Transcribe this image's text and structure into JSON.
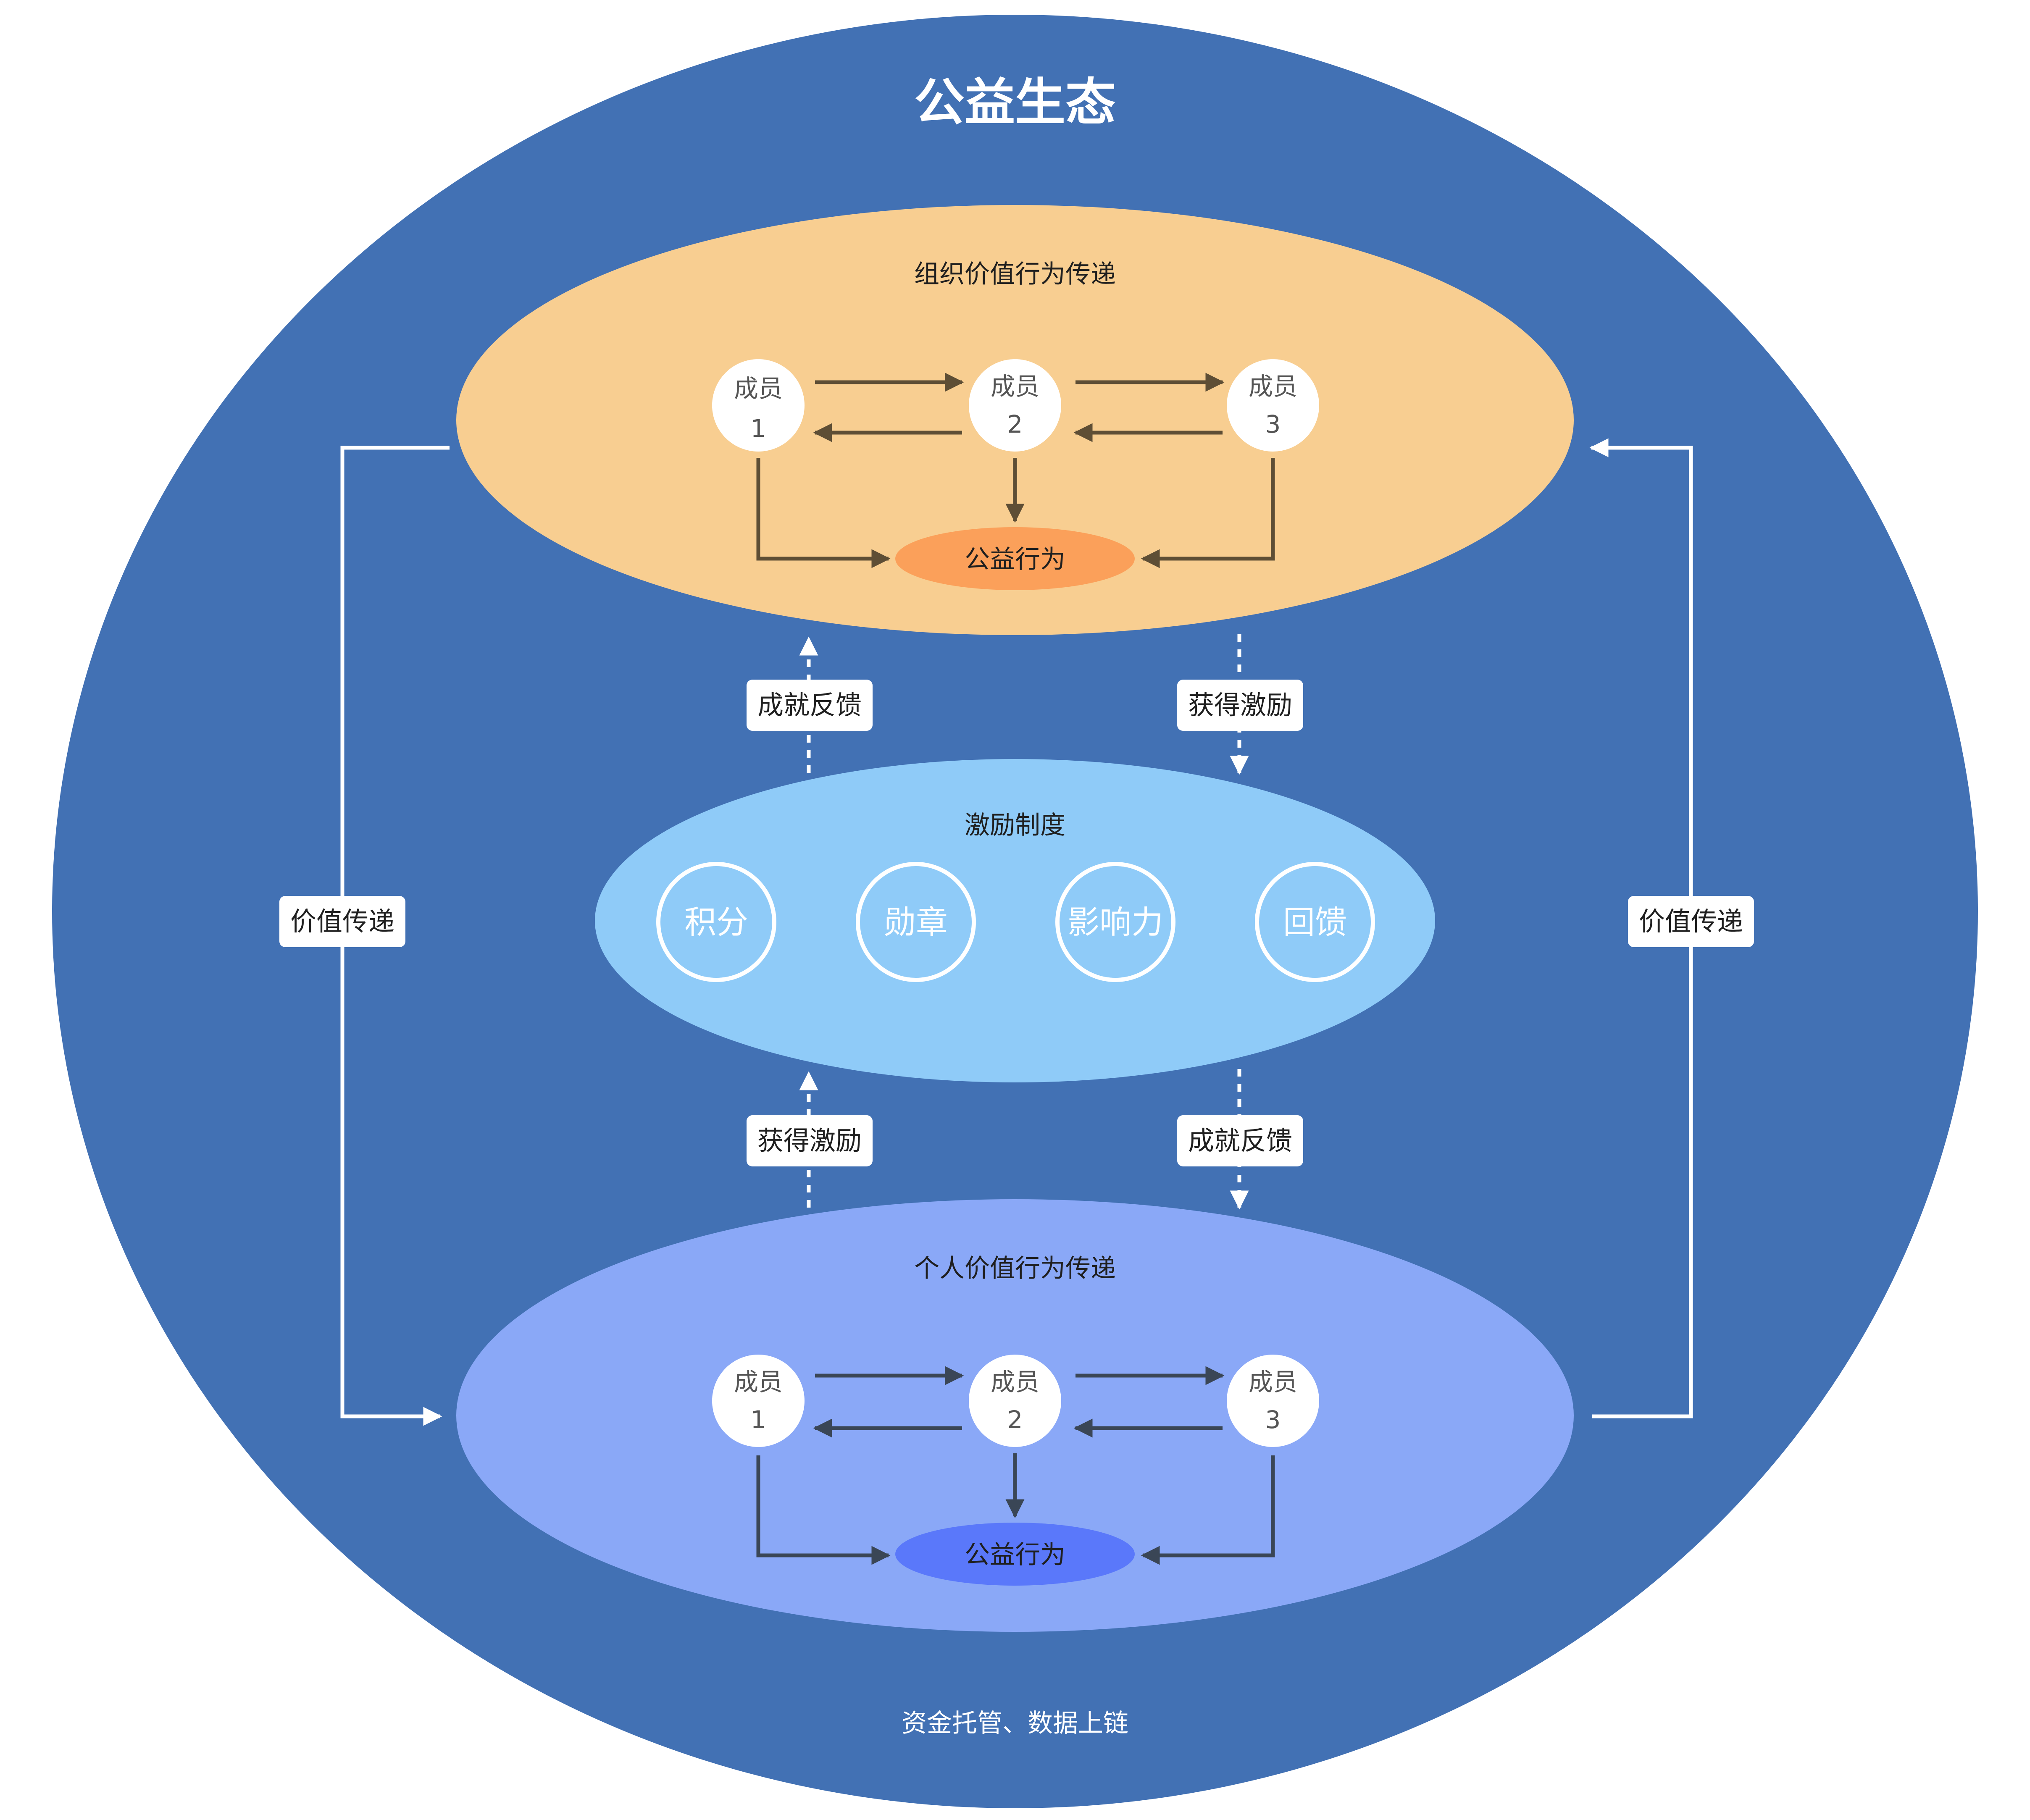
{
  "title": "公益生态",
  "footer": "资金托管、数据上链",
  "org_group": {
    "label": "组织价值行为传递",
    "action": "公益行为",
    "members": [
      {
        "line1": "成员",
        "line2": "1"
      },
      {
        "line1": "成员",
        "line2": "2"
      },
      {
        "line1": "成员",
        "line2": "3"
      }
    ]
  },
  "personal_group": {
    "label": "个人价值行为传递",
    "action": "公益行为",
    "members": [
      {
        "line1": "成员",
        "line2": "1"
      },
      {
        "line1": "成员",
        "line2": "2"
      },
      {
        "line1": "成员",
        "line2": "3"
      }
    ]
  },
  "incentive": {
    "label": "激励制度",
    "items": [
      "积分",
      "勋章",
      "影响力",
      "回馈"
    ]
  },
  "flow_labels": {
    "achievement_feedback": "成就反馈",
    "get_incentive": "获得激励",
    "value_transfer": "价值传递"
  },
  "colors": {
    "outer_circle": "#4271B4",
    "org_ellipse": "#F8CE91",
    "org_action": "#FBA05A",
    "personal_ellipse": "#8AA8F7",
    "personal_action": "#5A78FA",
    "incentive_ellipse": "#8FCBF8",
    "member_node": "#FFFFFF",
    "arrow": "#5E4E35",
    "connector": "#FFFFFF"
  }
}
